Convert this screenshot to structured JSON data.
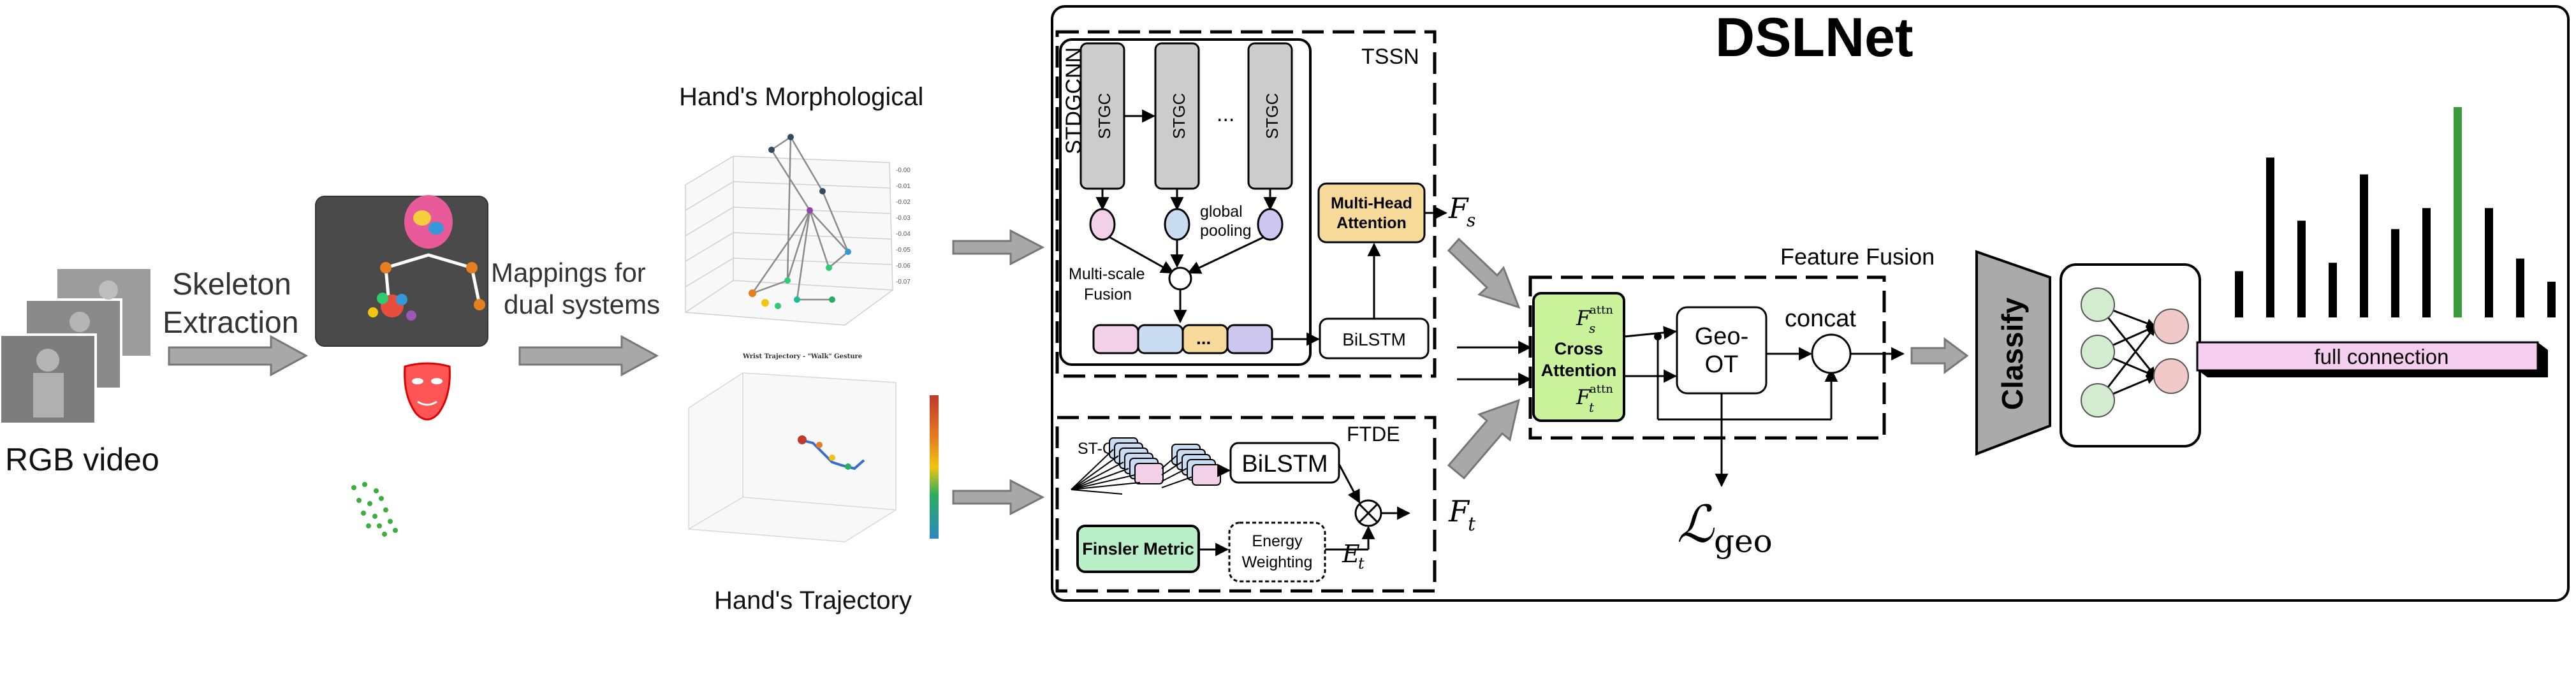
{
  "input": {
    "rgb_video_label": "RGB video",
    "skeleton_label_line1": "Skeleton",
    "skeleton_label_line2": "Extraction",
    "mapping_label_line1": "Mappings for",
    "mapping_label_line2": "dual  systems"
  },
  "plots": {
    "morph_title": "Hand's Morphological",
    "morph_caption": "Wrist Trajectory - \"Walk\" Gesture",
    "traj_title": "Hand's Trajectory"
  },
  "dslnet": {
    "title": "DSLNet",
    "tssn": {
      "label": "TSSN",
      "stdgcnn_label": "STDGCNN",
      "stgc_label": "STGC",
      "ellipsis": "...",
      "global_pooling_line1": "global",
      "global_pooling_line2": "pooling",
      "multiscale_line1": "Multi-scale",
      "multiscale_line2": "Fusion",
      "token_dots": "...",
      "bilstm_label": "BiLSTM",
      "mha_line1": "Multi-Head",
      "mha_line2": "Attention"
    },
    "ftde": {
      "label": "FTDE",
      "stconv_label": "ST-Conv",
      "bilstm_label": "BiLSTM",
      "finsler_label": "Finsler Metric",
      "energy_line1": "Energy",
      "energy_line2": "Weighting"
    },
    "symbols": {
      "fs": "F",
      "fs_sub": "s",
      "ft": "F",
      "ft_sub": "t",
      "et": "E",
      "et_sub": "t",
      "fs_attn": "F",
      "fs_attn_sub": "s",
      "ft_attn": "F",
      "ft_attn_sub": "t",
      "attn_sup": "attn",
      "lgeo": "ℒ",
      "lgeo_sub": "geo"
    },
    "fusion": {
      "label": "Feature Fusion",
      "cross_line1": "Cross",
      "cross_line2": "Attention",
      "geoot_line1": "Geo-",
      "geoot_line2": "OT",
      "concat_label": "concat"
    },
    "classify": {
      "label": "Classify",
      "fc_label": "full connection"
    }
  },
  "output_histogram": {
    "values": [
      0.22,
      0.76,
      0.46,
      0.26,
      0.68,
      0.42,
      0.52,
      1.0,
      0.52,
      0.28,
      0.17
    ],
    "highlight_index": 7,
    "bar_color": "#000000",
    "highlight_color": "#3c9a3c"
  },
  "colors": {
    "stgc_fill": "#cccccc",
    "pink": "#f2d0e8",
    "lightblue": "#c9dcf2",
    "lavender": "#cdc7f0",
    "orange": "#f7d99a",
    "lightgreen": "#c9f29a",
    "mint": "#b9efc8",
    "classify_gray": "#aaaaaa",
    "fc_pink": "#f5cdef",
    "node_green": "#d3ecd0",
    "node_pink": "#f2c9c9"
  }
}
